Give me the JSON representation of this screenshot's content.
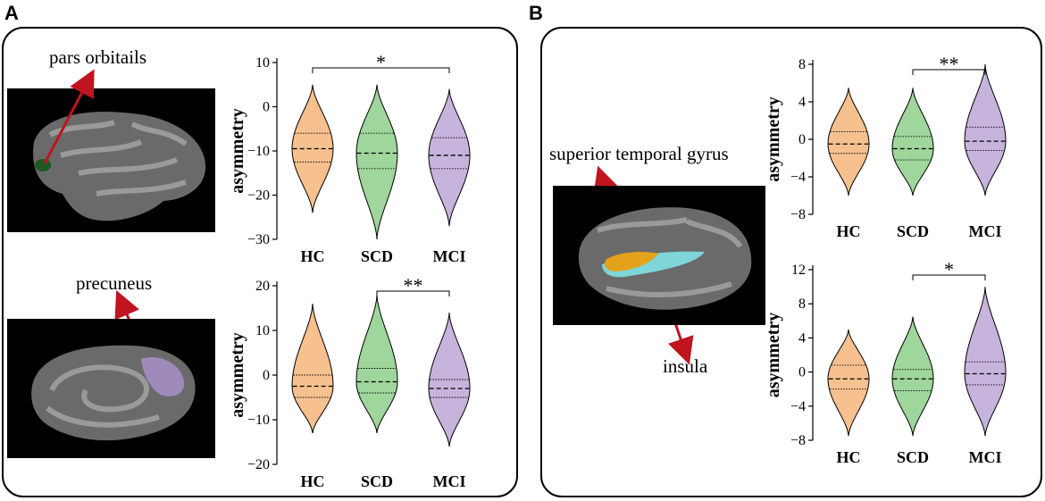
{
  "panels": {
    "A": {
      "letter": "A",
      "labels": {
        "top": "pars orbitails",
        "bottom": "precuneus"
      }
    },
    "B": {
      "letter": "B",
      "labels": {
        "top": "superior temporal gyrus",
        "bottom": "insula"
      }
    }
  },
  "colors": {
    "HC": "#f7c08f",
    "SCD": "#9fd69b",
    "MCI": "#c7b4dd",
    "arrow": "#c0141e",
    "brain_bg": "#000000"
  },
  "chart_data": [
    {
      "id": "A_top",
      "type": "violin",
      "ylabel": "asymmetry",
      "categories": [
        "HC",
        "SCD",
        "MCI"
      ],
      "ylim": [
        -30,
        10
      ],
      "yticks": [
        10,
        0,
        -10,
        -20,
        -30
      ],
      "series": [
        {
          "name": "HC",
          "median": -9.5,
          "q1": -12.5,
          "q3": -6,
          "min": -24,
          "max": 5
        },
        {
          "name": "SCD",
          "median": -10.5,
          "q1": -14,
          "q3": -6,
          "min": -30,
          "max": 5
        },
        {
          "name": "MCI",
          "median": -11,
          "q1": -14,
          "q3": -7,
          "min": -27,
          "max": 4
        }
      ],
      "significance": [
        {
          "from": "HC",
          "to": "MCI",
          "label": "*"
        }
      ]
    },
    {
      "id": "A_bottom",
      "type": "violin",
      "ylabel": "asymmetry",
      "categories": [
        "HC",
        "SCD",
        "MCI"
      ],
      "ylim": [
        -20,
        20
      ],
      "yticks": [
        20,
        10,
        0,
        -10,
        -20
      ],
      "series": [
        {
          "name": "HC",
          "median": -2.5,
          "q1": -5,
          "q3": 0,
          "min": -13,
          "max": 16
        },
        {
          "name": "SCD",
          "median": -1.5,
          "q1": -4,
          "q3": 1.5,
          "min": -13,
          "max": 18
        },
        {
          "name": "MCI",
          "median": -3,
          "q1": -5,
          "q3": -1,
          "min": -16,
          "max": 14
        }
      ],
      "significance": [
        {
          "from": "SCD",
          "to": "MCI",
          "label": "**"
        }
      ]
    },
    {
      "id": "B_top",
      "type": "violin",
      "ylabel": "asymmetry",
      "categories": [
        "HC",
        "SCD",
        "MCI"
      ],
      "ylim": [
        -8,
        8
      ],
      "yticks": [
        8,
        4,
        0,
        -4,
        -8
      ],
      "series": [
        {
          "name": "HC",
          "median": -0.5,
          "q1": -1.5,
          "q3": 0.8,
          "min": -6,
          "max": 5.5
        },
        {
          "name": "SCD",
          "median": -1,
          "q1": -2.2,
          "q3": 0.3,
          "min": -6,
          "max": 5.5
        },
        {
          "name": "MCI",
          "median": -0.2,
          "q1": -1.2,
          "q3": 1.3,
          "min": -6,
          "max": 8
        }
      ],
      "significance": [
        {
          "from": "SCD",
          "to": "MCI",
          "label": "**"
        }
      ]
    },
    {
      "id": "B_bottom",
      "type": "violin",
      "ylabel": "asymmetry",
      "categories": [
        "HC",
        "SCD",
        "MCI"
      ],
      "ylim": [
        -8,
        12
      ],
      "yticks": [
        12,
        8,
        4,
        0,
        -4,
        -8
      ],
      "series": [
        {
          "name": "HC",
          "median": -0.8,
          "q1": -2,
          "q3": 0.8,
          "min": -7.5,
          "max": 5
        },
        {
          "name": "SCD",
          "median": -0.8,
          "q1": -2.2,
          "q3": 0.3,
          "min": -7.5,
          "max": 6.5
        },
        {
          "name": "MCI",
          "median": -0.2,
          "q1": -1.5,
          "q3": 1.2,
          "min": -7.5,
          "max": 10
        }
      ],
      "significance": [
        {
          "from": "SCD",
          "to": "MCI",
          "label": "*"
        }
      ]
    }
  ]
}
